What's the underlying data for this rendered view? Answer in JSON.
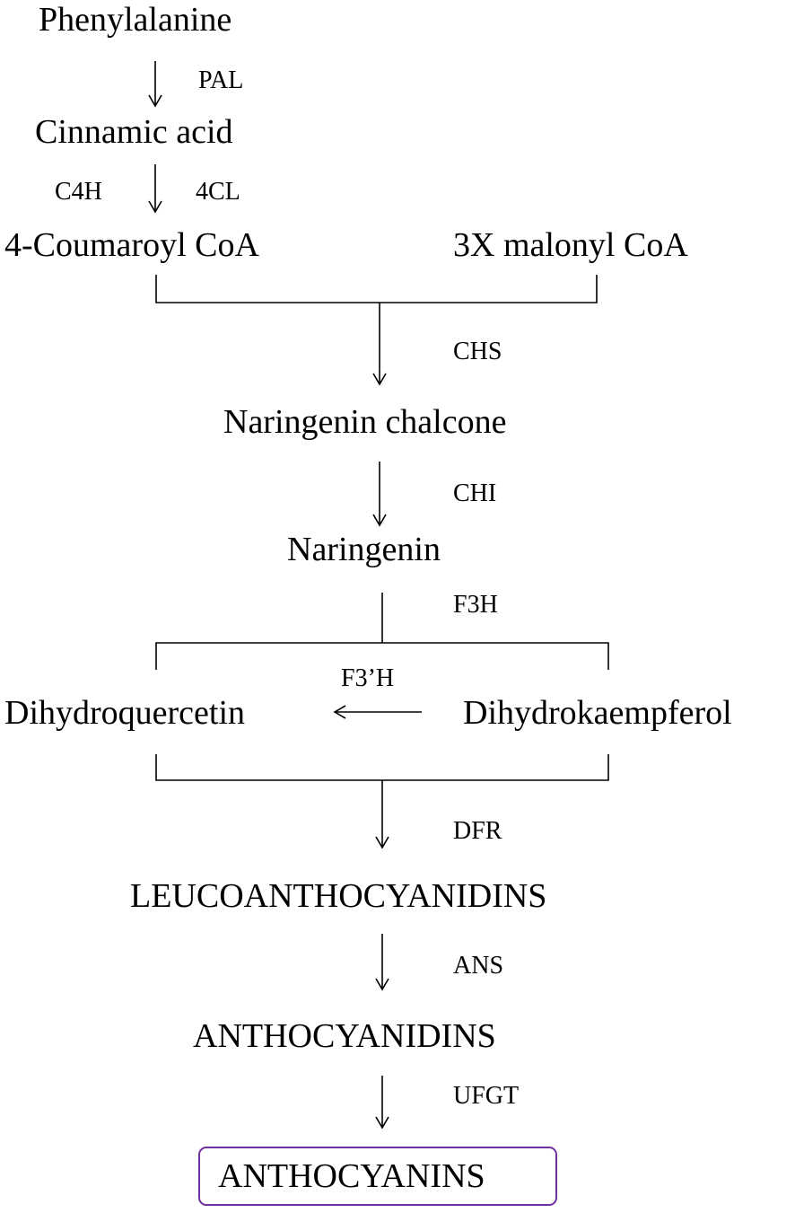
{
  "pathway": {
    "compounds": {
      "phenylalanine": "Phenylalanine",
      "cinnamic_acid": "Cinnamic acid",
      "coumaroyl_coa": "4-Coumaroyl CoA",
      "malonyl_coa": "3X malonyl CoA",
      "naringenin_chalcone": "Naringenin chalcone",
      "naringenin": "Naringenin",
      "dihydroquercetin": "Dihydroquercetin",
      "dihydrokaempferol": "Dihydrokaempferol",
      "leucoanthocyanidins": "LEUCOANTHOCYANIDINS",
      "anthocyanidins": "ANTHOCYANIDINS",
      "anthocyanins": "ANTHOCYANINS"
    },
    "enzymes": {
      "pal": "PAL",
      "c4h": "C4H",
      "fourcl": "4CL",
      "chs": "CHS",
      "chi": "CHI",
      "f3h": "F3H",
      "f3ph": "F3’H",
      "dfr": "DFR",
      "ans": "ANS",
      "ufgt": "UFGT"
    },
    "colors": {
      "text": "#000000",
      "highlight_box": "#7030a0"
    }
  }
}
